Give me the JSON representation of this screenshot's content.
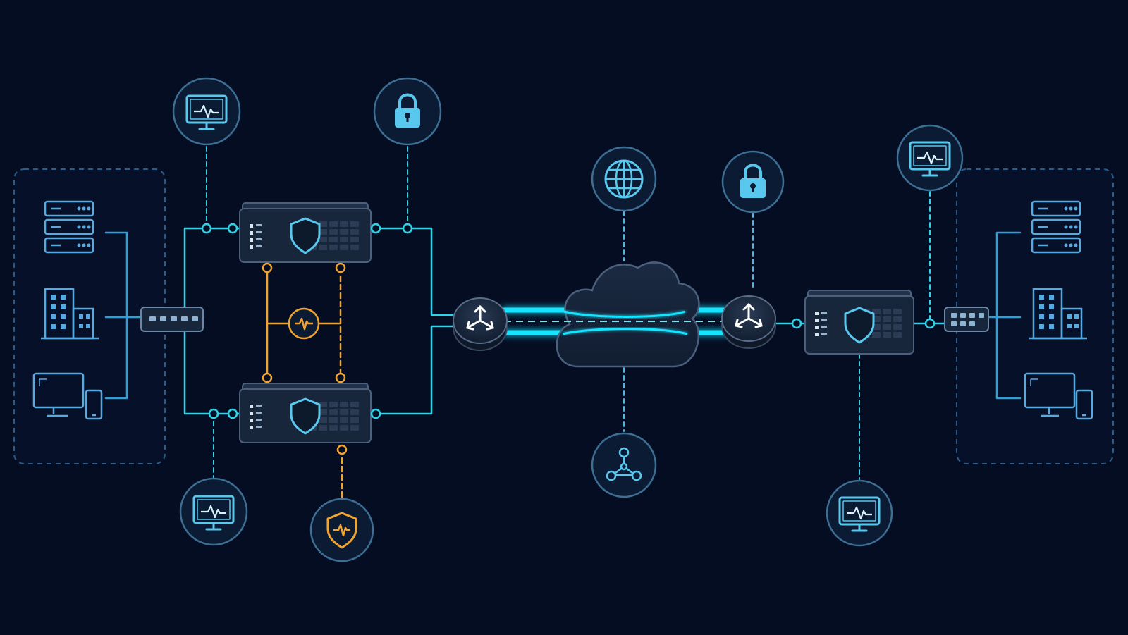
{
  "colors": {
    "background": "#050d22",
    "line_blue": "#2f9fd6",
    "line_cyan": "#2fd4e8",
    "glow_cyan": "#16e4ff",
    "accent_orange": "#f2a431",
    "node_fill": "#0b1b33",
    "node_stroke": "#3d6f94",
    "device_fill": "#18263c",
    "device_stroke": "#4a607d",
    "icon_light": "#58c8ee"
  },
  "sites": [
    {
      "side": "left",
      "icons": [
        "server-rack-icon",
        "office-building-icon",
        "desktop-monitor-icon",
        "mobile-phone-icon"
      ]
    },
    {
      "side": "right",
      "icons": [
        "server-rack-icon",
        "office-building-icon",
        "desktop-monitor-icon",
        "mobile-phone-icon"
      ]
    }
  ],
  "devices": {
    "firewalls": [
      "firewall-primary",
      "firewall-secondary",
      "firewall-remote"
    ],
    "switches": [
      "switch-left",
      "switch-right"
    ],
    "routers": [
      "router-left",
      "router-right"
    ],
    "cloud": "wan-cloud"
  },
  "badges": [
    {
      "id": "monitor-top-left",
      "icon": "monitor-pulse-icon"
    },
    {
      "id": "lock-top-left",
      "icon": "padlock-icon"
    },
    {
      "id": "globe-top",
      "icon": "globe-icon"
    },
    {
      "id": "lock-top-right",
      "icon": "padlock-icon"
    },
    {
      "id": "monitor-top-right",
      "icon": "monitor-pulse-icon"
    },
    {
      "id": "monitor-bottom-left",
      "icon": "monitor-pulse-icon"
    },
    {
      "id": "shield-bottom",
      "icon": "shield-pulse-icon"
    },
    {
      "id": "network-bottom",
      "icon": "network-hub-icon"
    },
    {
      "id": "monitor-bottom-right",
      "icon": "monitor-pulse-icon"
    }
  ],
  "heartbeat": {
    "icon": "heartbeat-icon"
  }
}
